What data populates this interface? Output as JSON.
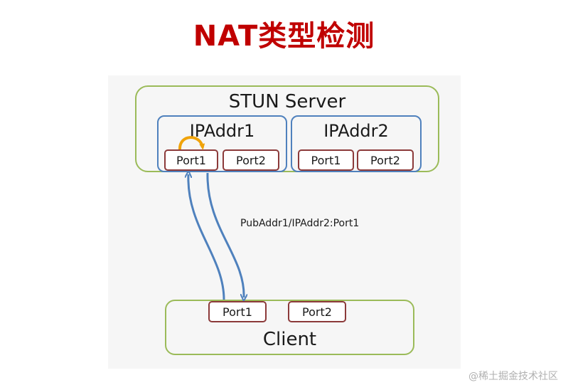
{
  "title": "NAT类型检测",
  "server": {
    "label": "STUN Server",
    "ip1": {
      "label": "IPAddr1",
      "ports": [
        "Port1",
        "Port2"
      ]
    },
    "ip2": {
      "label": "IPAddr2",
      "ports": [
        "Port1",
        "Port2"
      ]
    }
  },
  "client": {
    "label": "Client",
    "ports": [
      "Port1",
      "Port2"
    ]
  },
  "path_label": "PubAddr1/IPAddr2:Port1",
  "watermark": "@稀土掘金技术社区",
  "colors": {
    "title": "#c00000",
    "outer_border": "#9bbb59",
    "ip_border": "#4f81bd",
    "port_border": "#8c3a3a",
    "arrow": "#4f81bd",
    "loop_arrow": "#f0a30a"
  }
}
